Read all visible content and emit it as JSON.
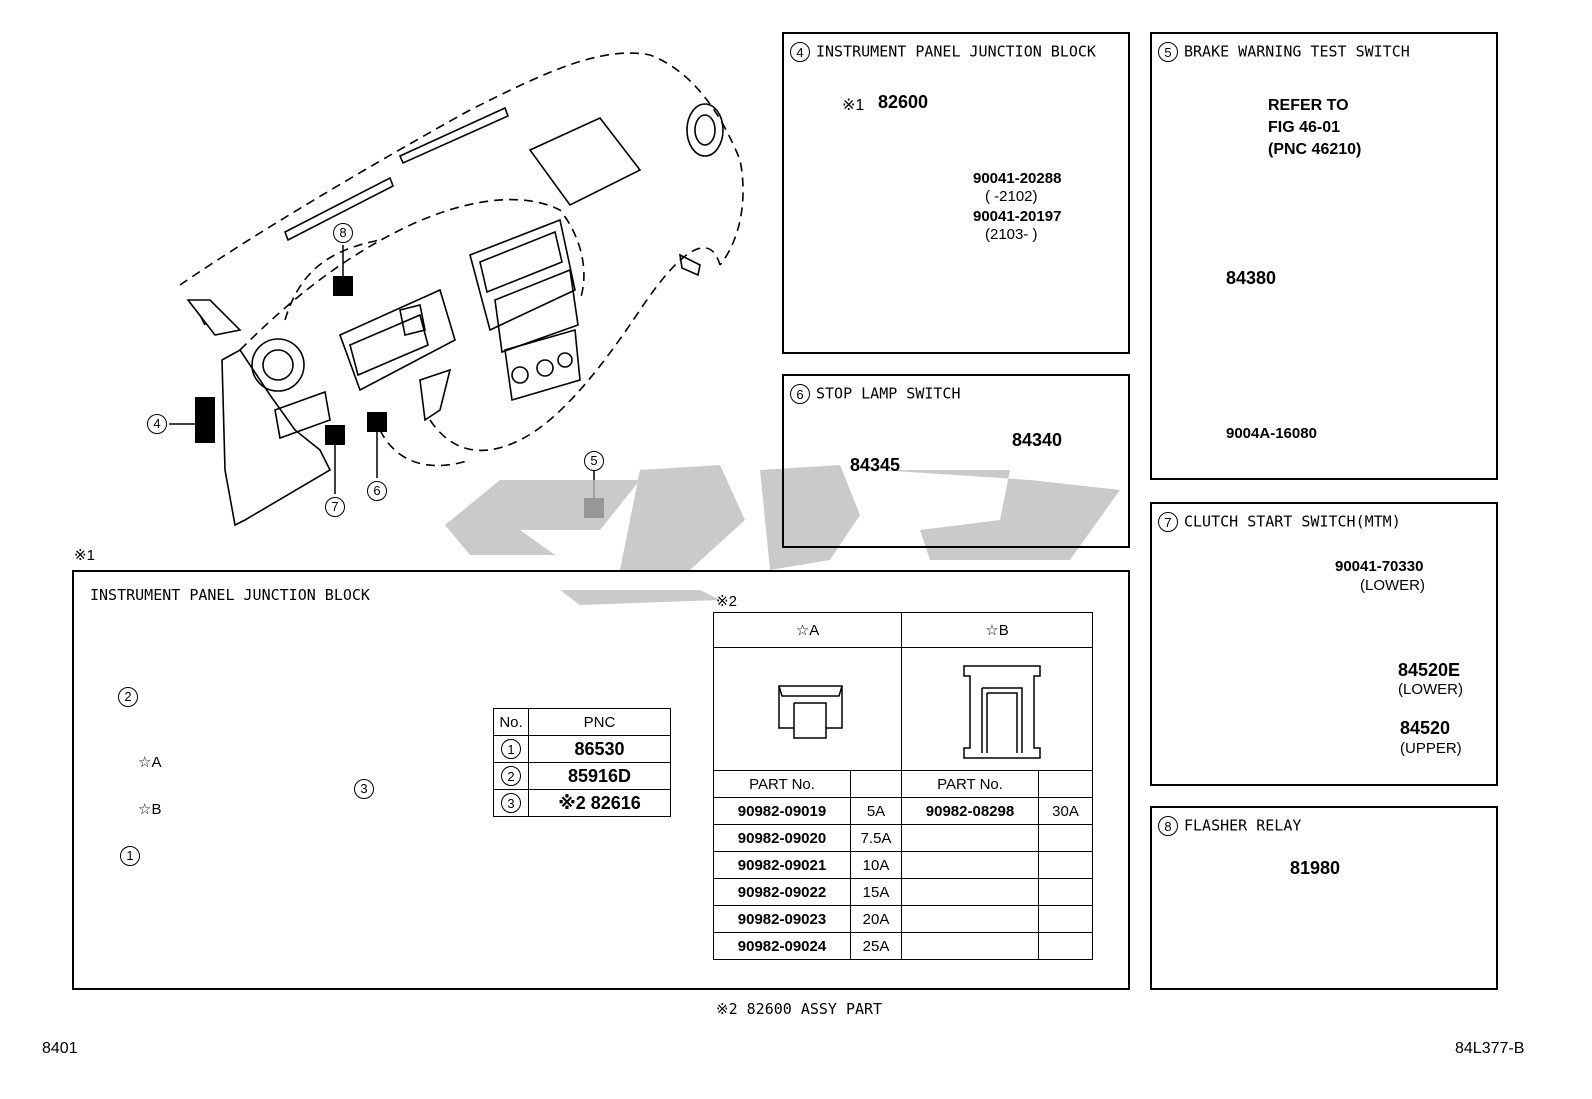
{
  "overview": {
    "callouts": [
      "4",
      "8",
      "7",
      "6",
      "5"
    ]
  },
  "panel4": {
    "num": "4",
    "title": "INSTRUMENT PANEL JUNCTION BLOCK",
    "mark": "※1",
    "part_main": "82600",
    "part_a": "90041-20288",
    "part_a_note": "(     -2102)",
    "part_b": "90041-20197",
    "part_b_note": "(2103-     )"
  },
  "panel5": {
    "num": "5",
    "title": "BRAKE WARNING TEST SWITCH",
    "refer_line1": "REFER TO",
    "refer_line2": "FIG 46-01",
    "refer_line3": "(PNC 46210)",
    "part_main": "84380",
    "part_screw": "9004A-16080"
  },
  "panel6": {
    "num": "6",
    "title": "STOP LAMP SWITCH",
    "part_a": "84340",
    "part_b": "84345"
  },
  "panel7": {
    "num": "7",
    "title": "CLUTCH START SWITCH(MTM)",
    "part_nut": "90041-70330",
    "part_nut_note": "(LOWER)",
    "part_lower": "84520E",
    "part_lower_note": "(LOWER)",
    "part_upper": "84520",
    "part_upper_note": "(UPPER)"
  },
  "panel8": {
    "num": "8",
    "title": "FLASHER RELAY",
    "part": "81980"
  },
  "detail": {
    "mark": "※1",
    "title": "INSTRUMENT PANEL JUNCTION BLOCK",
    "label1": "1",
    "label2": "2",
    "label3": "3",
    "labelA": "☆A",
    "labelB": "☆B",
    "pnc_table": {
      "hdr_no": "No.",
      "hdr_pnc": "PNC",
      "rows": [
        {
          "no": "1",
          "pnc": "86530"
        },
        {
          "no": "2",
          "pnc": "85916D"
        },
        {
          "no": "3",
          "pnc": "※2 82616"
        }
      ]
    },
    "fuse_mark": "※2",
    "fuse_table": {
      "hdr_a": "☆A",
      "hdr_b": "☆B",
      "hdr_part_a": "PART No.",
      "hdr_part_b": "PART No.",
      "rows": [
        {
          "pa": "90982-09019",
          "ra": "5A",
          "pb": "90982-08298",
          "rb": "30A"
        },
        {
          "pa": "90982-09020",
          "ra": "7.5A",
          "pb": "",
          "rb": ""
        },
        {
          "pa": "90982-09021",
          "ra": "10A",
          "pb": "",
          "rb": ""
        },
        {
          "pa": "90982-09022",
          "ra": "15A",
          "pb": "",
          "rb": ""
        },
        {
          "pa": "90982-09023",
          "ra": "20A",
          "pb": "",
          "rb": ""
        },
        {
          "pa": "90982-09024",
          "ra": "25A",
          "pb": "",
          "rb": ""
        }
      ]
    }
  },
  "footnote": "※2 82600 ASSY PART",
  "page_left": "8401",
  "page_right": "84L377-B"
}
